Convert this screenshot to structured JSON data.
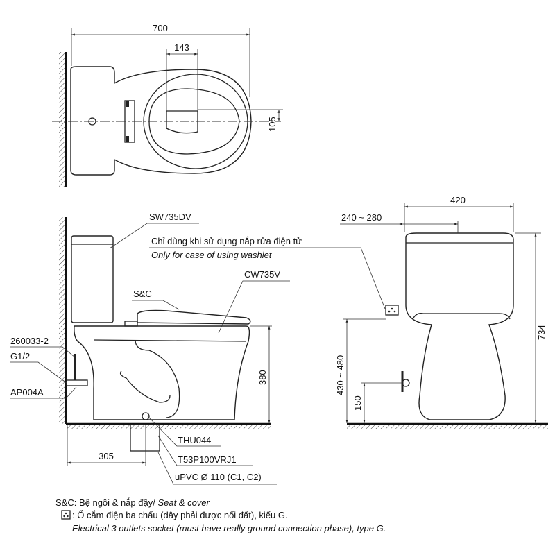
{
  "top_view": {
    "dim_width": "700",
    "dim_outlet": "143",
    "dim_offset": "105"
  },
  "side_view": {
    "tank_label": "SW735DV",
    "note_vi": "Chỉ dùng khi sử dụng nắp rửa điện tử",
    "note_en": "Only for case of using washlet",
    "bowl_label": "CW735V",
    "seat_label": "S&C",
    "hose_label": "260033-2",
    "thread_label": "G1/2",
    "valve_label": "AP004A",
    "dim_height": "380",
    "dim_rough_in": "305",
    "flange_label": "THU044",
    "adapter_label": "T53P100VRJ1",
    "pipe_label": "uPVC Ø 110 (C1, C2)"
  },
  "front_view": {
    "dim_width": "420",
    "dim_socket_offset": "240 ~ 280",
    "dim_socket_height": "430 ~ 480",
    "dim_valve_height": "150",
    "dim_total_height": "734"
  },
  "legend": {
    "seat_vi": "S&C: Bệ ngồi & nắp đậy/ ",
    "seat_en": "Seat & cover",
    "socket_vi": ": Ổ cắm điện ba chấu (dây phải được nối đất), kiểu G.",
    "socket_en": "Electrical 3 outlets socket (must have really ground connection phase), type G."
  }
}
